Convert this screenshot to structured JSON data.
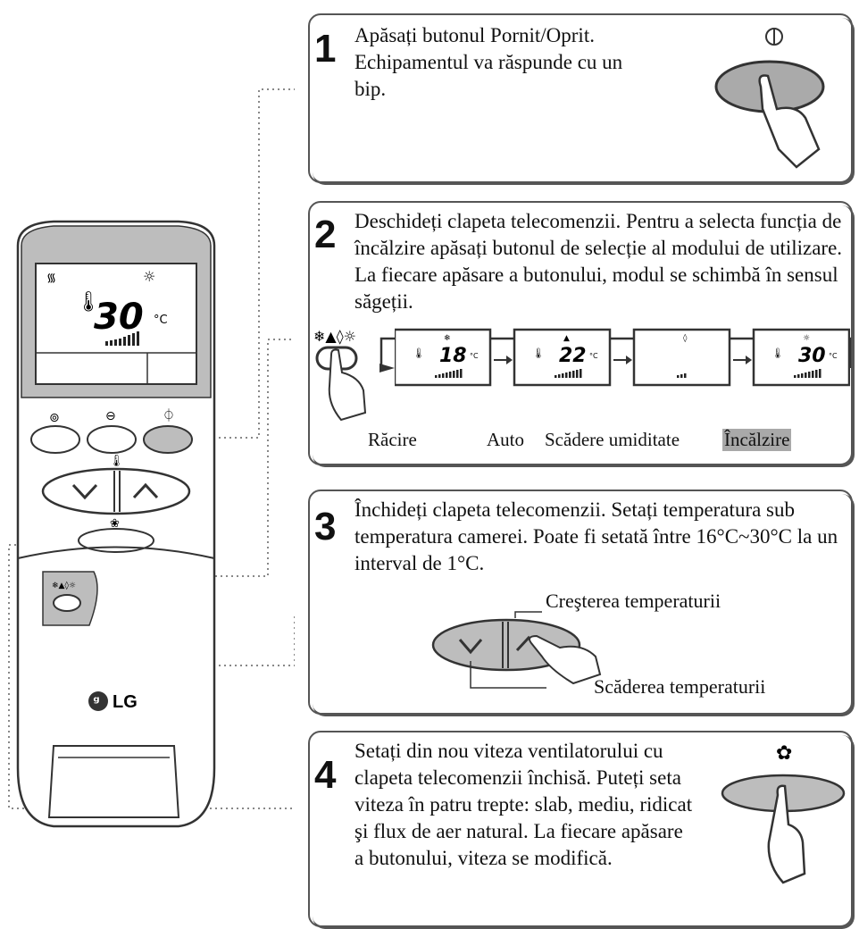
{
  "remote": {
    "display_temp": "30",
    "display_unit": "°C",
    "brand": "LG"
  },
  "step1": {
    "number": "1",
    "text": "Apăsați butonul Pornit/Oprit. Echipamentul va răspunde cu un bip."
  },
  "step2": {
    "number": "2",
    "text": "Deschideți clapeta telecomenzii. Pentru a selecta funcția de încălzire apăsați butonul de selecție al modului de utilizare. La fiecare apăsare a butonului, modul se schimbă în sensul săgeții.",
    "screens": [
      {
        "temp": "18",
        "unit": "°C"
      },
      {
        "temp": "22",
        "unit": "°C"
      },
      {
        "temp": "",
        "unit": ""
      },
      {
        "temp": "30",
        "unit": "°C"
      }
    ],
    "modes": [
      "Răcire",
      "Auto",
      "Scădere umiditate",
      "Încălzire"
    ]
  },
  "step3": {
    "number": "3",
    "text": "Închideți clapeta telecomenzii. Setați temperatura sub temperatura camerei. Poate fi setată între 16°C~30°C la un interval de 1°C.",
    "increase_label": "Creşterea temperaturii",
    "decrease_label": "Scăderea temperaturii"
  },
  "step4": {
    "number": "4",
    "text": "Setați din nou viteza ventilatorului cu clapeta telecomenzii închisă. Puteți seta viteza în patru trepte: slab, mediu, ridicat şi flux de aer natural. La fiecare apăsare a butonului, viteza se modifică."
  }
}
